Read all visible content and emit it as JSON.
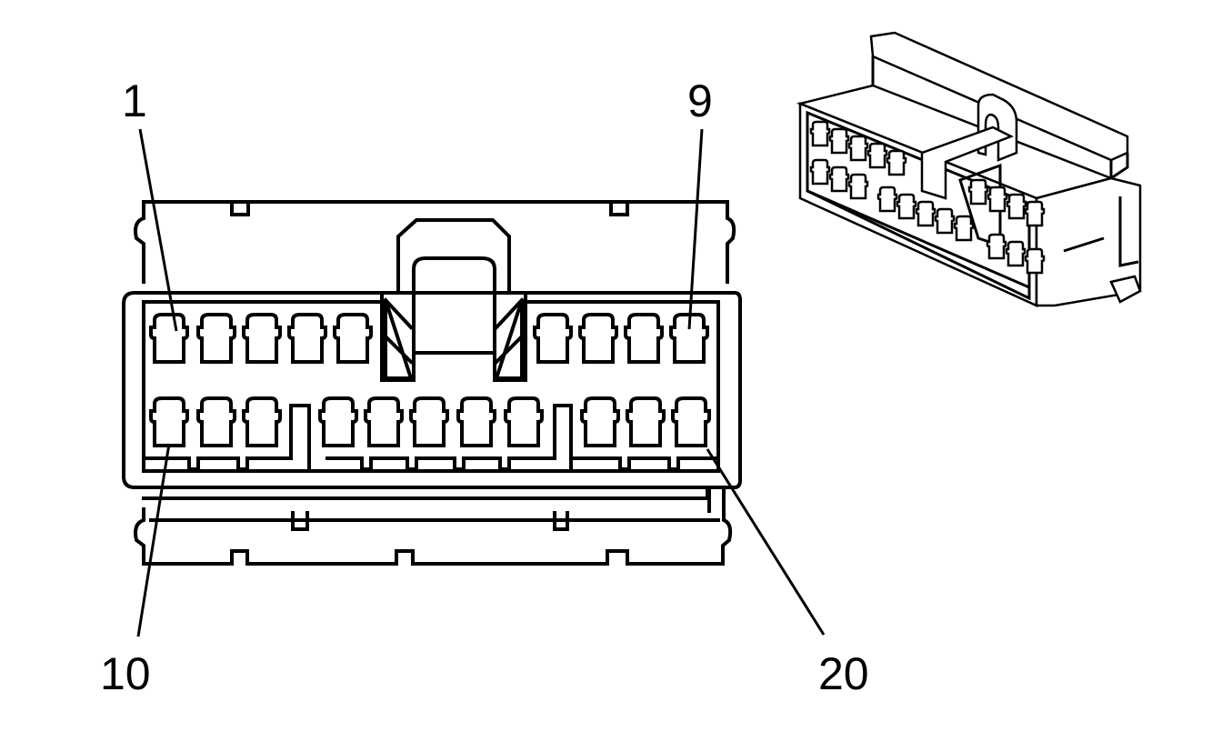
{
  "callouts": {
    "pin_1": "1",
    "pin_9": "9",
    "pin_10": "10",
    "pin_20": "20"
  },
  "colors": {
    "line": "#000000",
    "background": "#ffffff"
  }
}
